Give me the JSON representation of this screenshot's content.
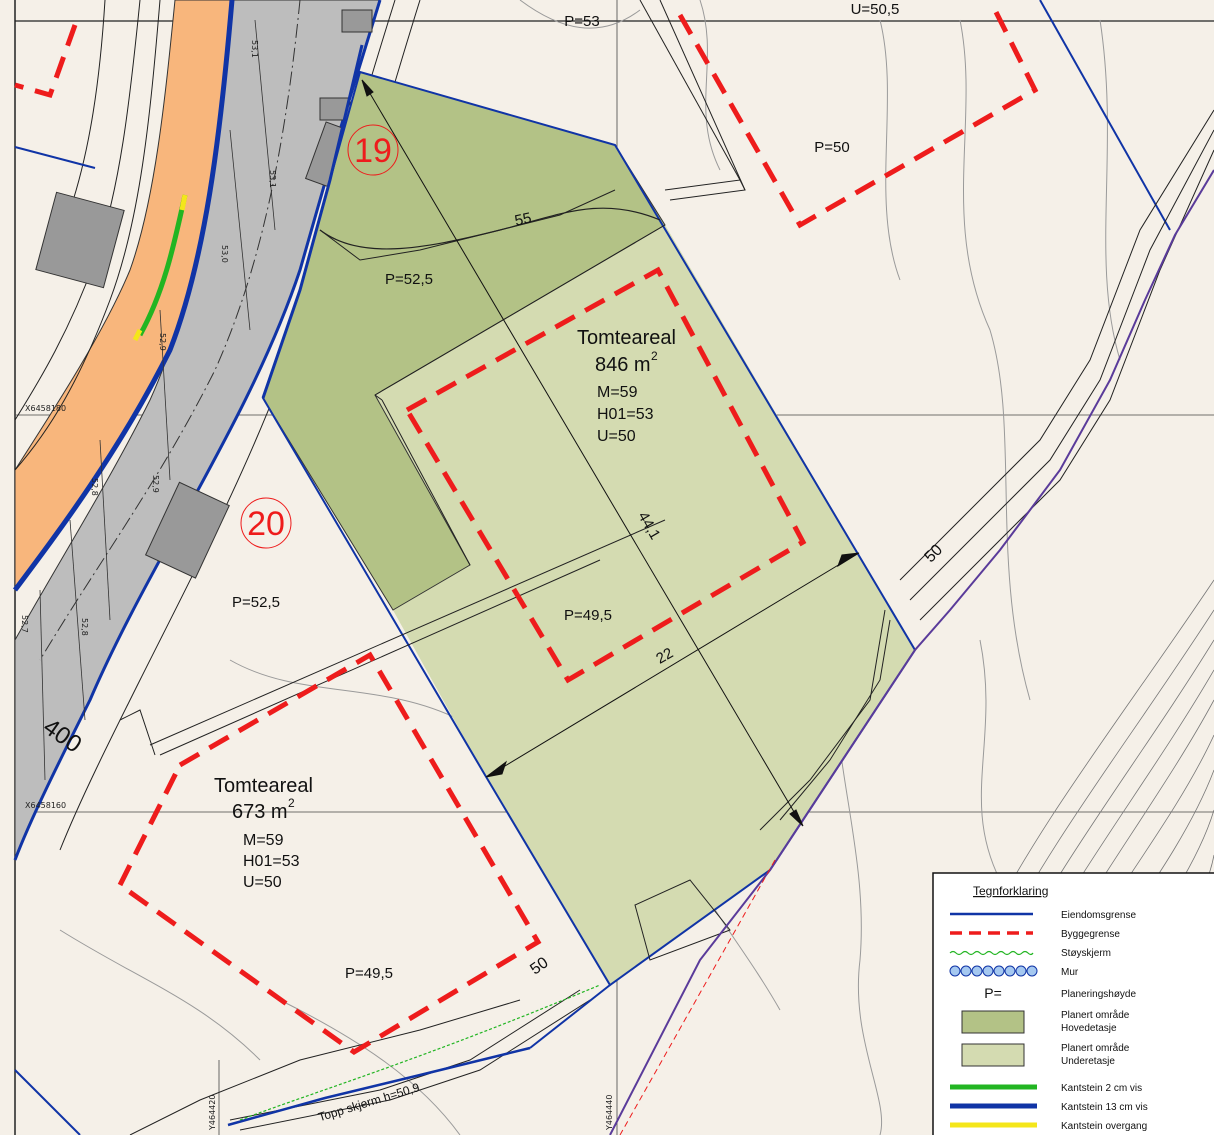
{
  "labels": {
    "p_top": "P=53",
    "u_top": "U=50,5",
    "p50_top_right": "P=50",
    "contour_55": "55",
    "p_plot19": "P=52,5",
    "plot19_number": "19",
    "plot20_number": "20",
    "p_plot20": "P=52,5",
    "contour_50_right": "50",
    "contour_50_bottom": "50",
    "dim_44": "44,1",
    "dim_22": "22",
    "p_center": "P=49,5",
    "p_bottom": "P=49,5",
    "road_400": "400",
    "coord_x180": "X6458180",
    "coord_x160": "X6458160",
    "coord_y420": "Y464420",
    "coord_y440": "Y464440",
    "topp_skjerm": "Topp skjerm h=50,9",
    "road_h53": "53,0",
    "road_h531a": "53,1",
    "road_h531b": "53,1",
    "road_h529a": "52,9",
    "road_h529b": "52,9",
    "road_h528a": "52,8",
    "road_h528b": "52,8",
    "road_h527": "52,7"
  },
  "plot_main": {
    "title": "Tomteareal",
    "area": "846 m",
    "sup": "2",
    "m": "M=59",
    "h01": "H01=53",
    "u": "U=50"
  },
  "plot_lower": {
    "title": "Tomteareal",
    "area": "673 m",
    "sup": "2",
    "m": "M=59",
    "h01": "H01=53",
    "u": "U=50"
  },
  "legend": {
    "title": "Tegnforklaring",
    "items": [
      {
        "label": "Eiendomsgrense",
        "symbol": "line-blue"
      },
      {
        "label": "Byggegrense",
        "symbol": "line-red-dashed"
      },
      {
        "label": "Støyskjerm",
        "symbol": "line-green-dotted"
      },
      {
        "label": "Mur",
        "symbol": "circles-blue"
      },
      {
        "label": "Planeringshøyde",
        "symbol": "text-p",
        "sym_text": "P="
      },
      {
        "label": "Planert område",
        "label2": "Hovedetasje",
        "symbol": "fill-dark-green"
      },
      {
        "label": "Planert område",
        "label2": "Underetasje",
        "symbol": "fill-light-green"
      },
      {
        "label": "Kantstein 2 cm vis",
        "symbol": "line-green"
      },
      {
        "label": "Kantstein 13 cm vis",
        "symbol": "line-blue-thick"
      },
      {
        "label": "Kantstein overgang",
        "symbol": "line-yellow"
      }
    ]
  },
  "colors": {
    "background": "#f5f0e8",
    "road": "#bdbdbd",
    "road_orange": "#f8b67c",
    "plan_main": "#b3c286",
    "plan_lower": "#d4dbb1",
    "slope": "#c8b48c",
    "boundary": "#1034a6",
    "build_limit": "#ee1c1c",
    "curb_green": "#22b522",
    "curb_yellow": "#f4e61a"
  }
}
